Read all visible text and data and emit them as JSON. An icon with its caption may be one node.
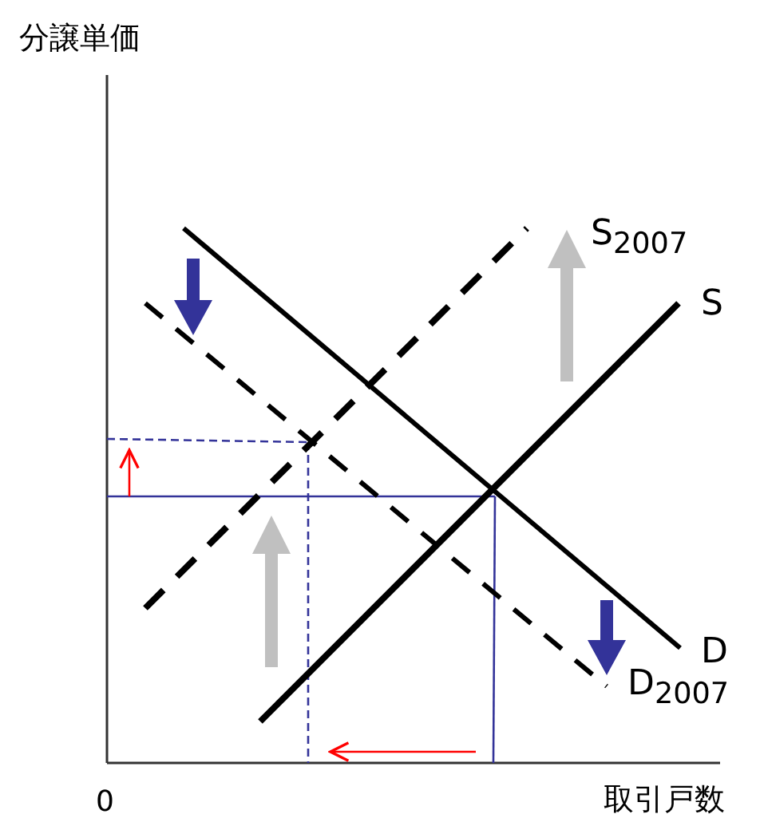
{
  "diagram": {
    "labels": [
      "分譲単価",
      "S$_{2007}$",
      "S",
      "D",
      "D$_{2007}$",
      "0",
      "取引戸数"
    ]
  }
}
